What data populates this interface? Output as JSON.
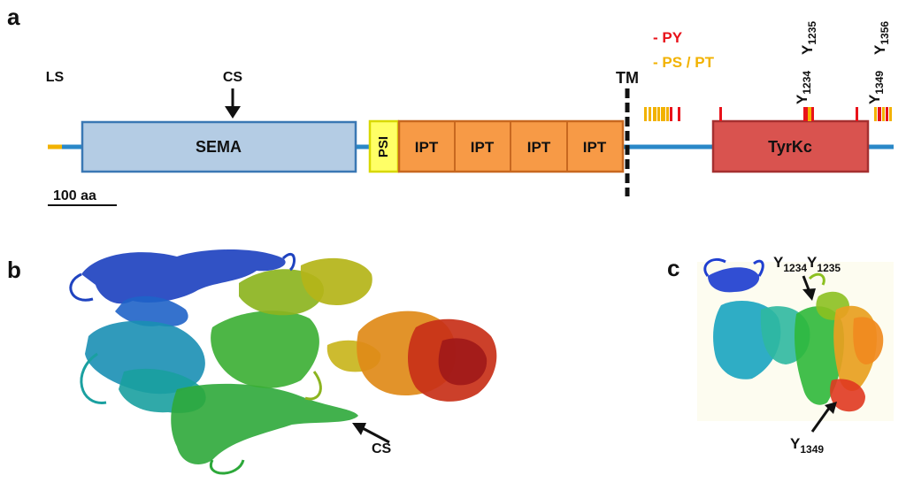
{
  "panels": {
    "a": "a",
    "b": "b",
    "c": "c"
  },
  "legend": {
    "py": "- PY",
    "ps_pt": "- PS / PT"
  },
  "labels": {
    "ls": "LS",
    "cs": "CS",
    "tm": "TM",
    "scale": "100 aa",
    "y1234": "Y",
    "y1234_sub": "1234",
    "y1235": "Y",
    "y1235_sub": "1235",
    "y1349": "Y",
    "y1349_sub": "1349",
    "y1356": "Y",
    "y1356_sub": "1356"
  },
  "domains": {
    "sema": "SEMA",
    "psi": "PSI",
    "ipt1": "IPT",
    "ipt2": "IPT",
    "ipt3": "IPT",
    "ipt4": "IPT",
    "tyrkc": "TyrKc"
  },
  "panel_b": {
    "cs": "CS"
  },
  "panel_c": {
    "y1234": "Y",
    "y1234_sub": "1234",
    "y1235": "Y",
    "y1235_sub": "1235",
    "y1349": "Y",
    "y1349_sub": "1349"
  },
  "colors": {
    "backbone": "#2a88c8",
    "sema": "#b4cce4",
    "sema_border": "#3a78b4",
    "psi": "#ffff66",
    "psi_border": "#d8d800",
    "ipt": "#f79a46",
    "ipt_border": "#c86820",
    "tyrkc": "#d9534f",
    "tyrkc_border": "#a53030",
    "py": "#e8121a",
    "ps_pt": "#f2b200"
  }
}
